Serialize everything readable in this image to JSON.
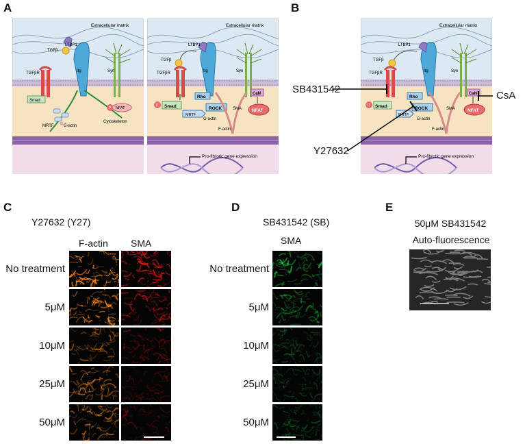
{
  "panels": {
    "A": {
      "label": "A",
      "left_diagram": {
        "ecm_label": "Extracellular matrix",
        "ltbp1": "LTBP1",
        "tgfb": "TGFβ",
        "itg": "Itg",
        "syn": "Syn",
        "tgfbr": "TGFβR",
        "smad": "Smad",
        "p": "P",
        "nfat": "NFAT",
        "mrtf": "MRTF",
        "gactin": "G-actin",
        "cytoskeleton": "Cytoskeleton"
      },
      "right_diagram": {
        "ecm_label": "Extracellular matrix",
        "ltbp1": "LTBP1",
        "tgfb": "TGFβ",
        "itg": "Itg",
        "syn": "Syn",
        "tgfbr": "TGFβR",
        "rho": "Rho",
        "rock": "ROCK",
        "mrtf": "MRTF",
        "smad": "Smad",
        "p": "P",
        "can": "CaN",
        "nfat": "NFAT",
        "sma": "SMA",
        "gactin": "G-actin",
        "factin": "F-actin",
        "gene_expression": "Pro-fibrotic gene expression"
      }
    },
    "B": {
      "label": "B",
      "inhibitor_sb": "SB431542",
      "inhibitor_csa": "CsA",
      "inhibitor_y27": "Y27632",
      "diagram": {
        "ecm_label": "Extracellular matrix",
        "ltbp1": "LTBP1",
        "tgfb": "TGFβ",
        "itg": "Itg",
        "syn": "Syn",
        "tgfbr": "TGFβR",
        "rho": "Rho",
        "rock": "ROCK",
        "mrtf": "MRTF",
        "smad": "Smad",
        "p": "P",
        "can": "CaN",
        "nfat": "NFAT",
        "sma": "SMA",
        "gactin": "G-actin",
        "factin": "F-actin",
        "gene_expression": "Pro-fibrotic gene expression"
      }
    },
    "C": {
      "label": "C",
      "title": "Y27632 (Y27)",
      "col_factin": "F-actin",
      "col_sma": "SMA",
      "rows": [
        "No treatment",
        "5μM",
        "10μM",
        "25μM",
        "50μM"
      ],
      "factin_intensity": [
        0.9,
        0.75,
        0.45,
        0.55,
        0.6
      ],
      "sma_intensity": [
        0.9,
        0.6,
        0.35,
        0.2,
        0.25
      ]
    },
    "D": {
      "label": "D",
      "title": "SB431542 (SB)",
      "col_sma": "SMA",
      "rows": [
        "No treatment",
        "5μM",
        "10μM",
        "25μM",
        "50μM"
      ],
      "sma_intensity": [
        0.7,
        0.45,
        0.25,
        0.25,
        0.3
      ]
    },
    "E": {
      "label": "E",
      "title_line1": "50μM SB431542",
      "title_line2": "Auto-fluorescence"
    }
  },
  "colors": {
    "ecm_bg": "#dce8f2",
    "cyto_bg": "#f6e3c2",
    "nucleus_bg": "#f2dcea",
    "membrane": "#b7a6c8",
    "nuclear_env": "#8c63a8",
    "itg": "#4ea8d8",
    "syn": "#7bb04a",
    "tgfbr": "#d94a4a",
    "smad_box": "#c8e6c0",
    "nfat": "#e86b6b",
    "factin_stain": "#ff8a1f",
    "sma_red": "#e01818",
    "sma_green": "#22c040"
  }
}
